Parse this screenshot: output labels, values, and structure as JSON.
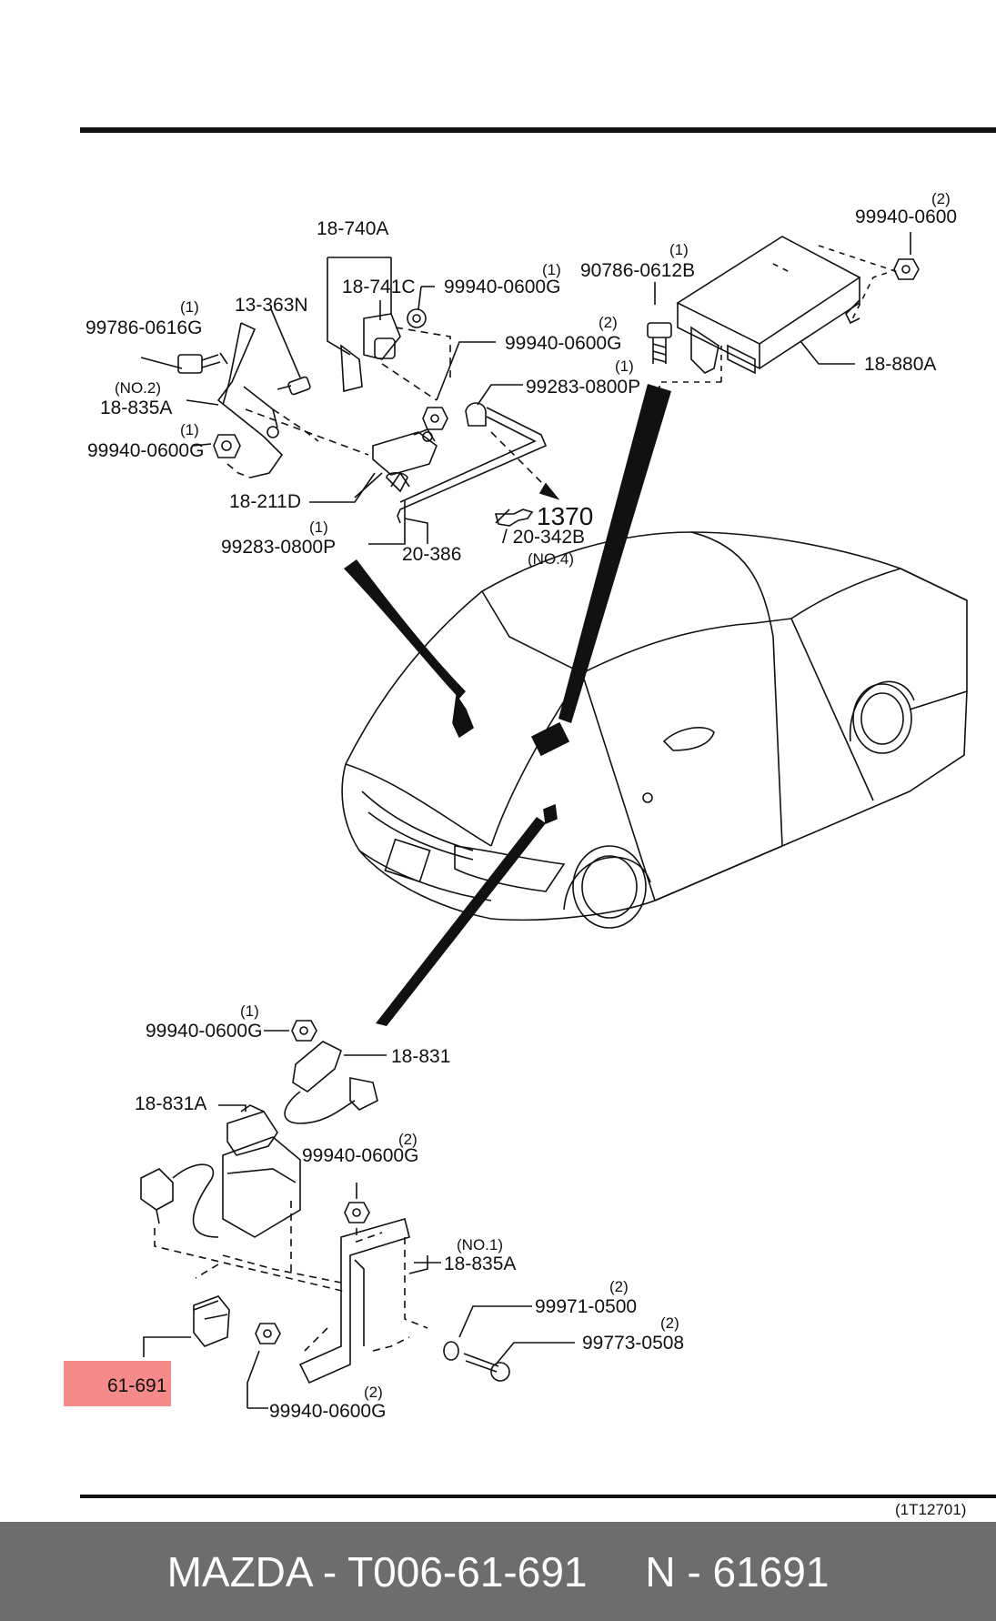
{
  "footer": {
    "part_label": "MAZDA - T006-61-691",
    "ref_label": "N - 61691"
  },
  "diagram": {
    "ref_code": "(1T12701)",
    "highlight_color": "#f48a8a",
    "highlighted_part": "61-691",
    "labels": {
      "p18_740A": "18-740A",
      "p18_741C": "18-741C",
      "p99940_0600G_a": "99940-0600G",
      "p13_363N": "13-363N",
      "p99786_0616G": "99786-0616G",
      "no2": "(NO.2)",
      "p18_835A_top": "18-835A",
      "p99940_0600G_b": "99940-0600G",
      "p99940_0600G_c": "99940-0600G",
      "p99283_0800P_a": "99283-0800P",
      "p18_211D": "18-211D",
      "p99283_0800P_b": "99283-0800P",
      "p20_386": "20-386",
      "p1370": "1370",
      "p20_342B": "/ 20-342B",
      "no4": "(NO.4)",
      "p90786_0612B": "90786-0612B",
      "p99940_0600_top": "99940-0600",
      "p18_880A": "18-880A",
      "p99940_0600G_d": "99940-0600G",
      "p18_831": "18-831",
      "p18_831A": "18-831A",
      "p99940_0600G_e": "99940-0600G",
      "no1": "(NO.1)",
      "p18_835A_bot": "18-835A",
      "p99971_0500": "99971-0500",
      "p99773_0508": "99773-0508",
      "p61_691": "61-691",
      "p99940_0600G_f": "99940-0600G"
    },
    "quantities": {
      "q1": "(1)",
      "q2": "(2)"
    }
  }
}
